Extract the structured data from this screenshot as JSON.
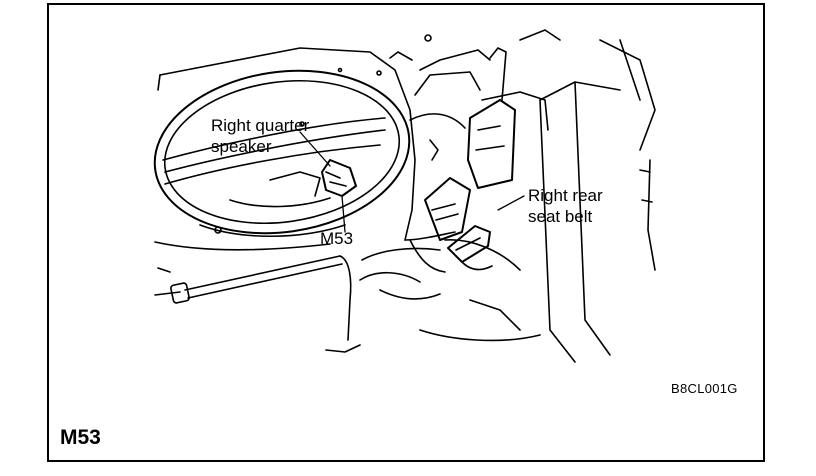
{
  "figure": {
    "callouts": {
      "speaker_line1": "Right quarter",
      "speaker_line2": "speaker",
      "connector_label": "M53",
      "belt_line1": "Right rear",
      "belt_line2": "seat belt"
    },
    "figure_code": "B8CL001G",
    "connector_id": "M53"
  },
  "colors": {
    "line": "#000000",
    "background": "#ffffff"
  }
}
